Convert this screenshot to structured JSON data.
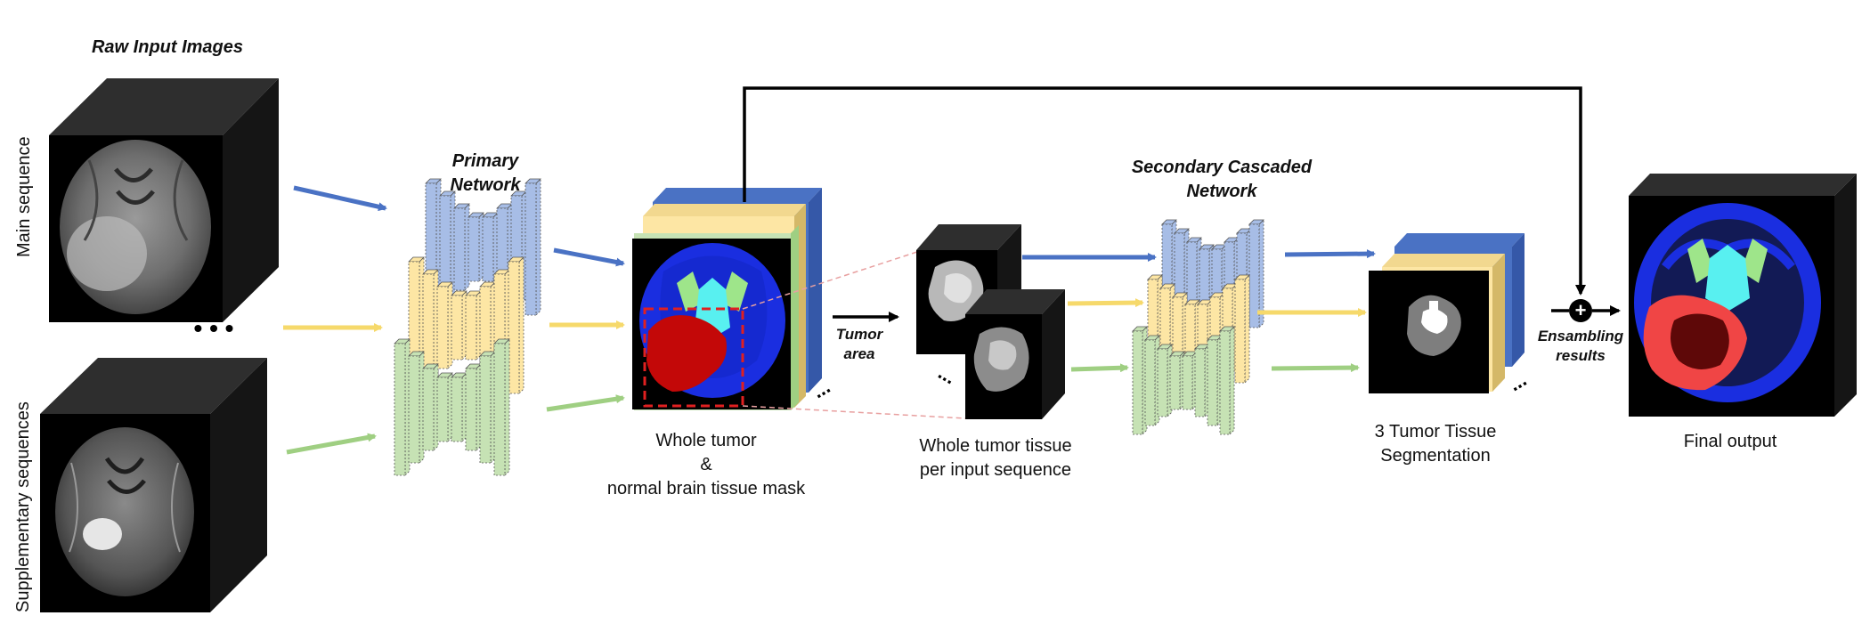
{
  "titles": {
    "raw_input": "Raw Input Images",
    "primary_network": [
      "Primary",
      "Network"
    ],
    "secondary_network": [
      "Secondary Cascaded",
      "Network"
    ]
  },
  "side_labels": {
    "main": "Main sequence",
    "supplementary": "Supplementary sequences"
  },
  "captions": {
    "whole_tumor": [
      "Whole tumor",
      "&",
      "normal brain tissue mask"
    ],
    "tumor_tissue": [
      "Whole tumor tissue",
      "per input sequence"
    ],
    "segmentation": [
      "3 Tumor Tissue",
      "Segmentation"
    ],
    "final": "Final output"
  },
  "arrow_labels": {
    "tumor_area": [
      "Tumor",
      "area"
    ],
    "ensembling": [
      "Ensambling",
      "results"
    ]
  },
  "colors": {
    "blue_stream": "#4a72c4",
    "yellow_stream": "#f6d96b",
    "green_stream": "#9fcf82",
    "net_blue": "#a7bde6",
    "net_yellow": "#fde6a4",
    "net_green": "#c6e2b4",
    "seg_blue": "#1a2ee0",
    "seg_cyan": "#58f0f0",
    "seg_green": "#9ee58a",
    "seg_red": "#c30808",
    "final_red": "#f04545",
    "final_dark": "#5e0808",
    "final_navy": "#121a55"
  },
  "symbols": {
    "ellipsis_main": "• • •",
    "plus": "+"
  }
}
